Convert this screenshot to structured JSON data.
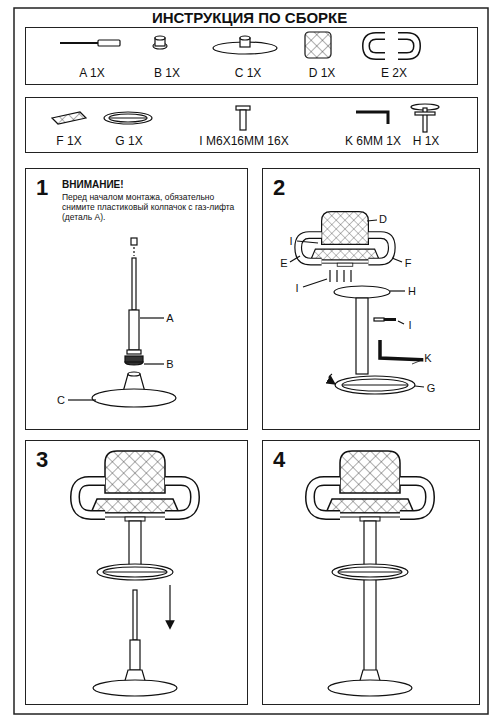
{
  "diagram": {
    "title": "ИНСТРУКЦИЯ ПО СБОРКЕ",
    "nodes": [
      {
        "text": [
          "A 1X",
          "B 1X",
          "C 1X",
          "D 1X",
          "E 2X"
        ]
      },
      {
        "text": [
          "F 1X",
          "G 1X",
          "I M6X16MM 16X",
          "K 6MM 1X",
          "H 1X"
        ]
      },
      {
        "text": [
          "1",
          "ВНИМАНИЕ!",
          "Перед началом монтажа, обязательно снимите пластиковый колпачок с газ-лифта (деталь A)."
        ]
      },
      {
        "text": [
          "2"
        ]
      },
      {
        "text": [
          "3"
        ]
      },
      {
        "text": [
          "4"
        ]
      }
    ],
    "labels": [
      "A",
      "B",
      "C",
      "D",
      "I",
      "E",
      "F",
      "I",
      "H",
      "I",
      "K",
      "G"
    ]
  }
}
